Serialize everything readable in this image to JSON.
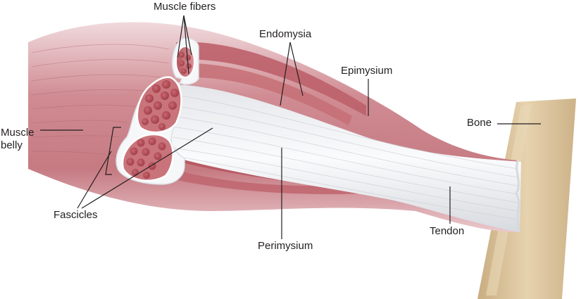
{
  "labels": {
    "muscle_fibers": "Muscle fibers",
    "endomysia": "Endomysia",
    "epimysium": "Epimysium",
    "bone": "Bone",
    "muscle_belly": "Muscle belly",
    "fascicles": "Fascicles",
    "perimysium": "Perimysium",
    "tendon": "Tendon"
  },
  "colors": {
    "muscle": "#c8737a",
    "muscle_dark": "#a14a55",
    "connective_tissue": "#eef0f3",
    "bone": "#d8c09a",
    "leader_line": "#231f20"
  }
}
